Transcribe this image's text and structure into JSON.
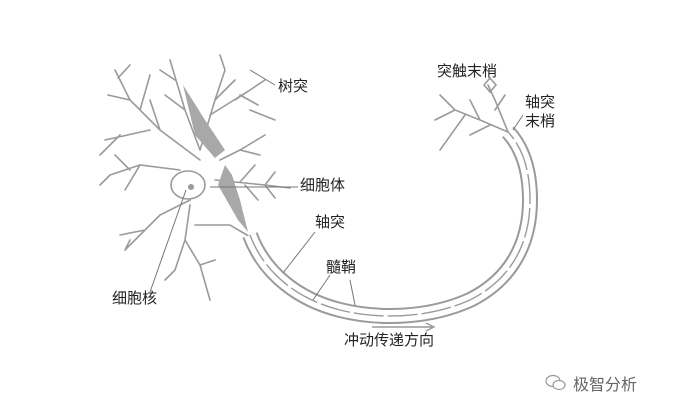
{
  "labels": {
    "dendrite": "树突",
    "cell_body": "细胞体",
    "axon": "轴突",
    "myelin": "髓鞘",
    "nucleus": "细胞核",
    "impulse_direction": "冲动传递方向",
    "synaptic_terminal": "突触末梢",
    "axon_terminal_1": "轴突",
    "axon_terminal_2": "末梢"
  },
  "watermark": {
    "icon": "wechat-icon",
    "text": "极智分析"
  },
  "colors": {
    "stroke": "#9a9a9a",
    "fill": "#a8a8a8",
    "text": "#222222"
  }
}
